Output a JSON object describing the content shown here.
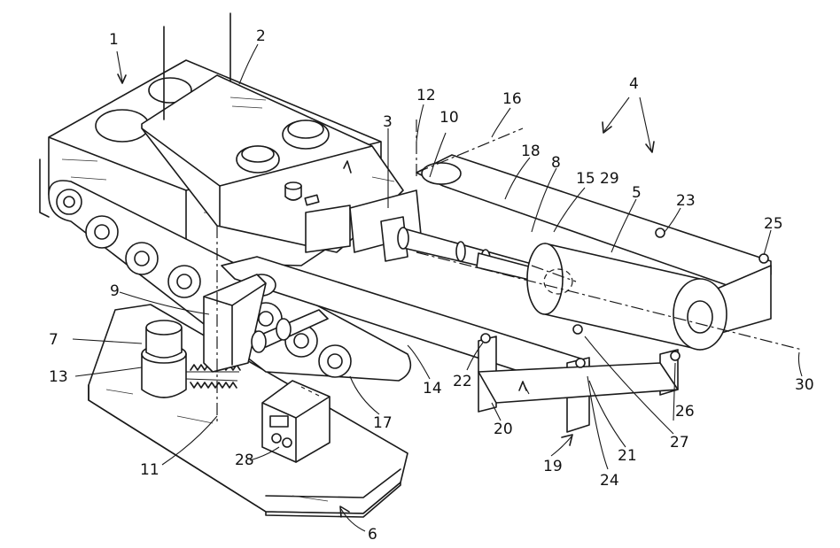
{
  "reference_numerals": [
    "1",
    "2",
    "3",
    "4",
    "5",
    "6",
    "7",
    "8",
    "9",
    "10",
    "11",
    "12",
    "13",
    "14",
    "15",
    "16",
    "17",
    "18",
    "19",
    "20",
    "21",
    "22",
    "23",
    "24",
    "25",
    "26",
    "27",
    "28",
    "29",
    "30"
  ],
  "colors": {
    "ink": "#1a1a1a",
    "paper": "#ffffff"
  }
}
